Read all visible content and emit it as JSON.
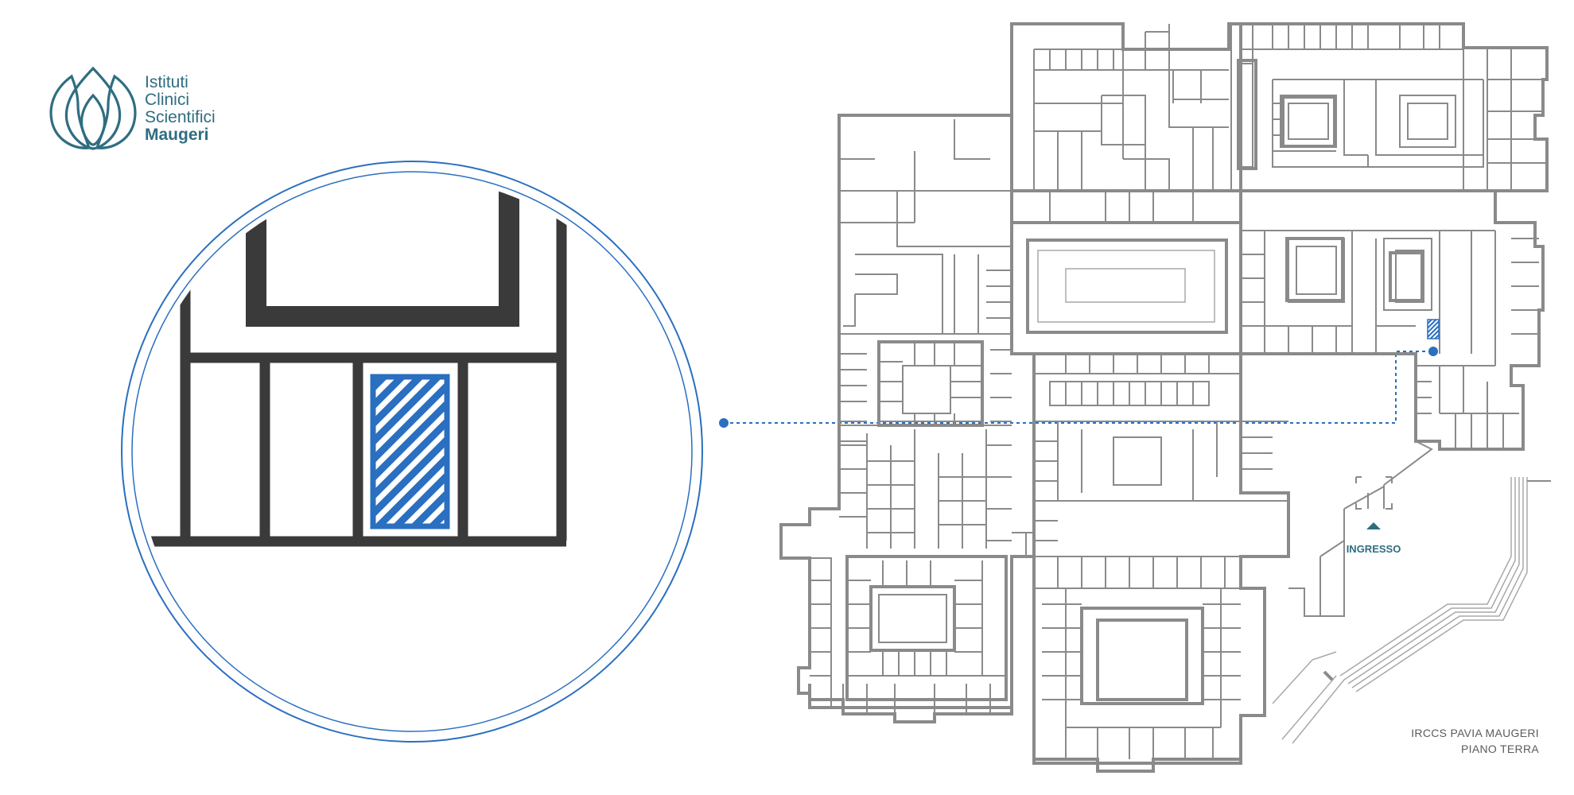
{
  "brand": {
    "line1": "Istituti",
    "line2": "Clinici",
    "line3": "Scientifici",
    "line4": "Maugeri",
    "color": "#2f6e80"
  },
  "map": {
    "site_name": "IRCCS PAVIA MAUGERI",
    "floor_name": "PIANO TERRA",
    "entrance_label": "INGRESSO",
    "wall_color": "#8a8a8a",
    "highlight_color": "#2a6fc0",
    "zoom_wall_color": "#3a3a3a",
    "highlight_pattern": "diagonal-stripes"
  }
}
